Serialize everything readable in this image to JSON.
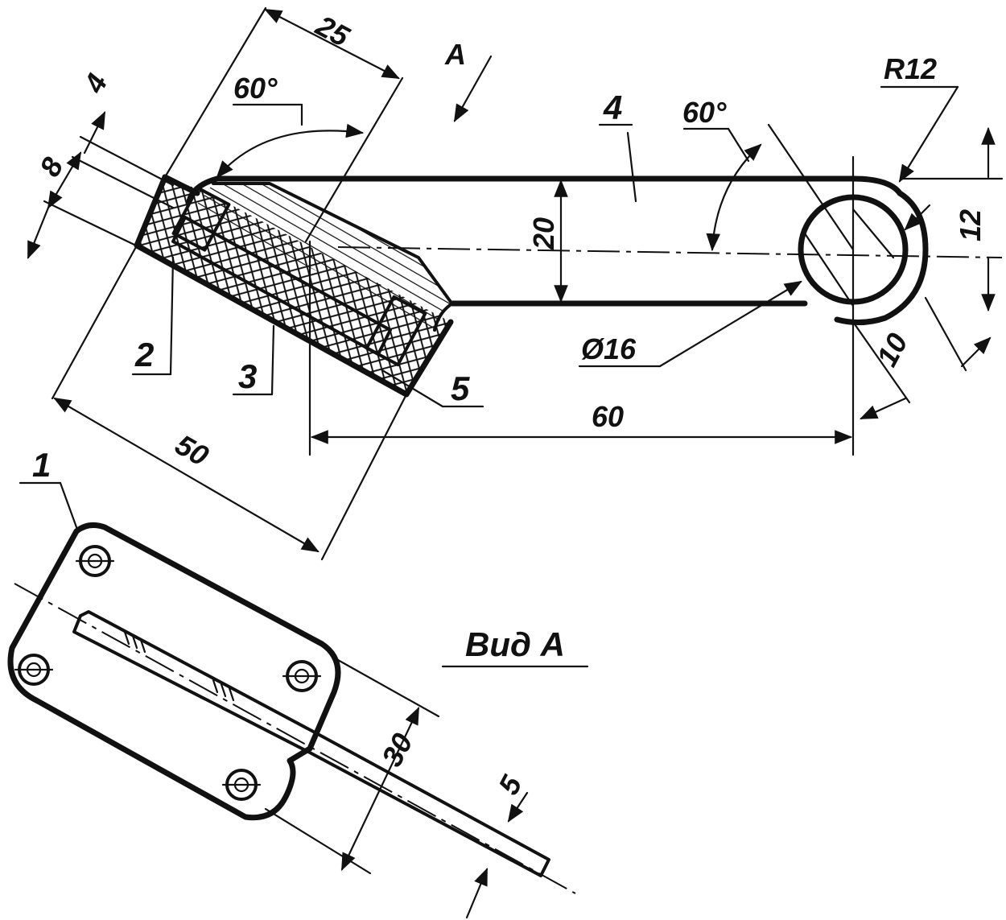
{
  "dimensions": {
    "d25": "25",
    "d4": "4",
    "d8": "8",
    "d60deg_left": "60°",
    "d60deg_right": "60°",
    "d20": "20",
    "dR12": "R12",
    "d12": "12",
    "d10": "10",
    "d16": "Ø16",
    "d60": "60",
    "d50": "50",
    "d30": "30",
    "d5": "5"
  },
  "labels": {
    "view_arrow": "A",
    "view_caption": "Вид А"
  },
  "parts": {
    "p1": "1",
    "p2": "2",
    "p3": "3",
    "p4": "4",
    "p5": "5"
  }
}
